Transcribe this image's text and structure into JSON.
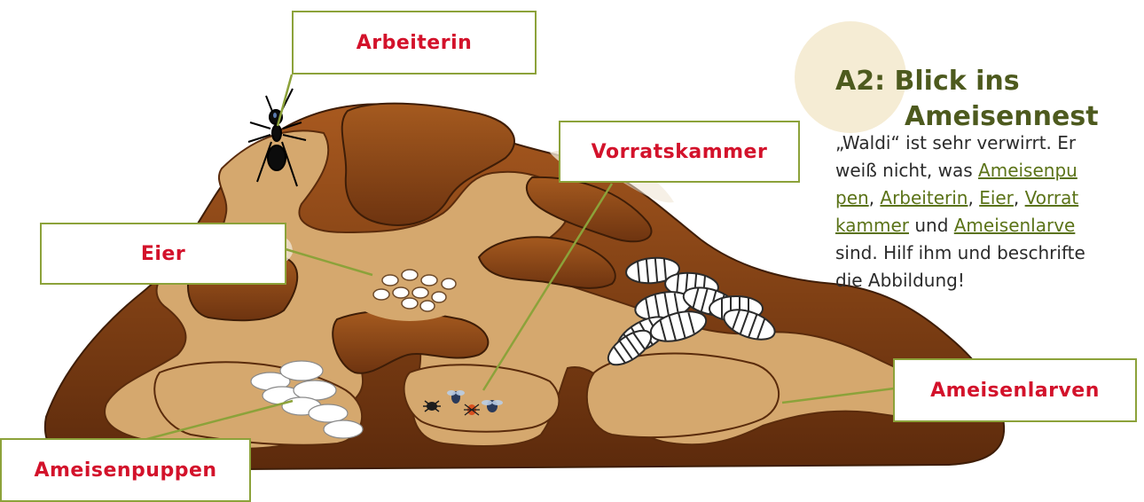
{
  "labels": {
    "arbeiterin": "Arbeiterin",
    "eier": "Eier",
    "vorratskammer": "Vorratskammer",
    "ameisenlarven": "Ameisenlarven",
    "ameisenpuppen": "Ameisenpuppen"
  },
  "task": {
    "title_line1": "A2: Blick ins",
    "title_line2": "Ameisennest",
    "line1": "„Waldi“ ist sehr verwirrt. Er",
    "line2_prefix": "weiß nicht, was ",
    "line2_link": "Ameisenpu",
    "line3_link_a": "pen",
    "line3_sep_a": ", ",
    "line3_link_b": "Arbeiterin",
    "line3_sep_b": ", ",
    "line3_link_c": "Eier",
    "line3_sep_c": ", ",
    "line3_link_d": "Vorrat",
    "line4_link_a": "kammer",
    "line4_mid": " und ",
    "line4_link_b": "Ameisenlarve",
    "line5": "sind. Hilf ihm und beschrifte",
    "line6": "die Abbildung!"
  },
  "colors": {
    "label_border": "#8ca23a",
    "label_text": "#d3122b",
    "mound_dark": "#7a3d14",
    "tunnel_light": "#d4a870",
    "title": "#4d5a1e"
  }
}
